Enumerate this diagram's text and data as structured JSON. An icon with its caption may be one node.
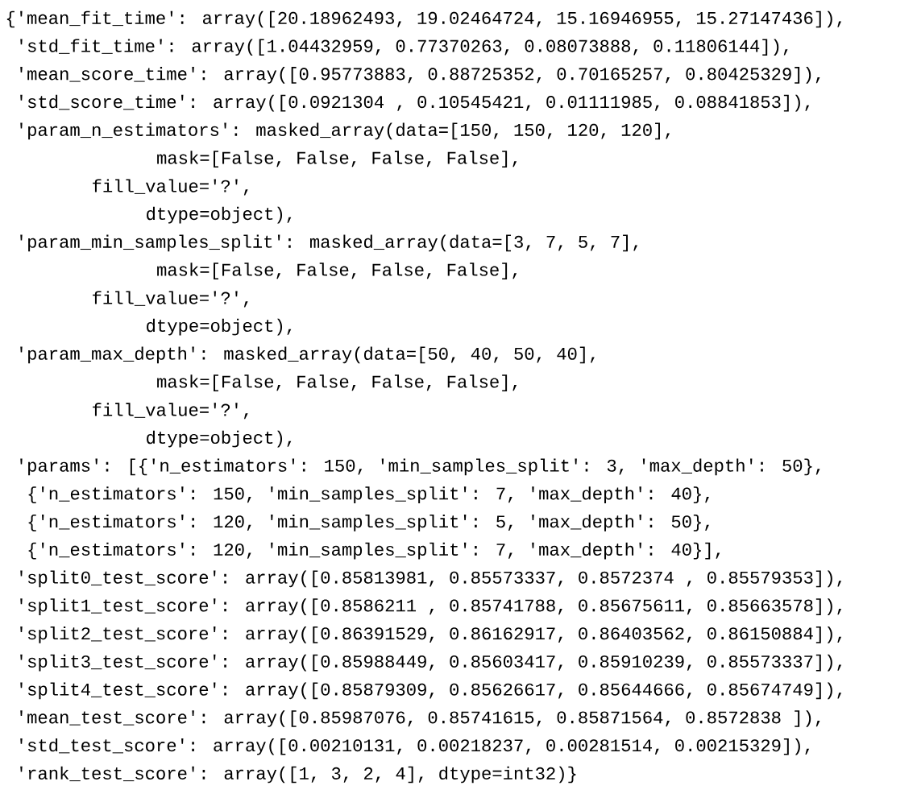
{
  "diagram": {
    "labels": [
      "{'mean_fit_time': array([20.18962493, 19.02464724, 15.16946955, 15.27147436]),",
      "'std_fit_time': array([1.04432959, 0.77370263, 0.08073888, 0.11806144]),",
      "'mean_score_time': array([0.95773883, 0.88725352, 0.70165257, 0.80425329]),",
      "'std_score_time': array([0.0921304 , 0.10545421, 0.01111985, 0.08841853]),",
      "'param_n_estimators': masked_array(data=[150, 150, 120, 120],",
      "mask=[False, False, False, False],",
      "fill_value='?',",
      "dtype=object),",
      "'param_min_samples_split': masked_array(data=[3, 7, 5, 7],",
      "mask=[False, False, False, False],",
      "fill_value='?',",
      "dtype=object),",
      "'param_max_depth': masked_array(data=[50, 40, 50, 40],",
      "mask=[False, False, False, False],",
      "fill_value='?',",
      "dtype=object),",
      "'params': [{'n_estimators': 150, 'min_samples_split': 3, 'max_depth': 50},",
      "{'n_estimators': 150, 'min_samples_split': 7, 'max_depth': 40},",
      "{'n_estimators': 120, 'min_samples_split': 5, 'max_depth': 50},",
      "{'n_estimators': 120, 'min_samples_split': 7, 'max_depth': 40}],",
      "'split0_test_score': array([0.85813981, 0.85573337, 0.8572374 , 0.85579353]),",
      "'split1_test_score': array([0.8586211 , 0.85741788, 0.85675611, 0.85663578]),",
      "'split2_test_score': array([0.86391529, 0.86162917, 0.86403562, 0.86150884]),",
      "'split3_test_score': array([0.85988449, 0.85603417, 0.85910239, 0.85573337]),",
      "'split4_test_score': array([0.85879309, 0.85626617, 0.85644666, 0.85674749]),",
      "'mean_test_score': array([0.85987076, 0.85741615, 0.85871564, 0.8572838 ]),",
      "'std_test_score': array([0.00210131, 0.00218237, 0.00281514, 0.00215329]),",
      "'rank_test_score': array([1, 3, 2, 4], dtype=int32)}"
    ]
  }
}
